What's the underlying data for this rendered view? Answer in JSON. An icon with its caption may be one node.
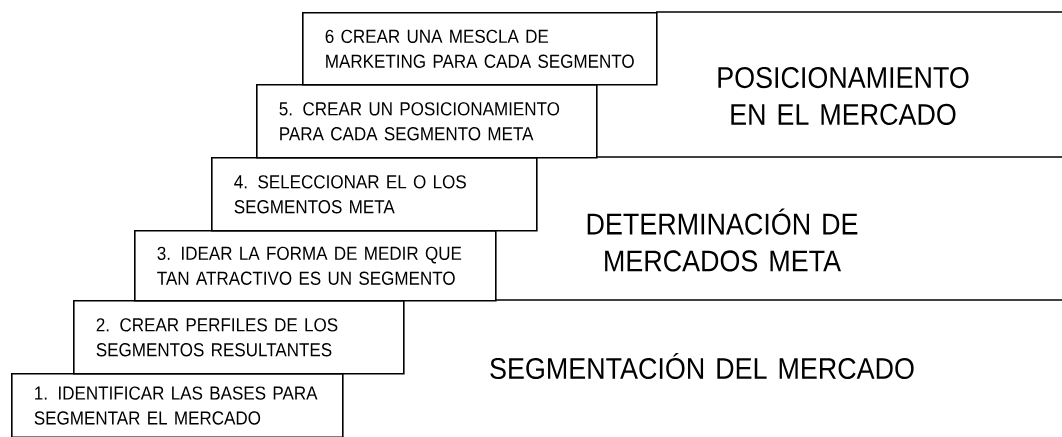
{
  "diagram": {
    "nodes": [
      {
        "text": [
          "6 CREAR UNA MESCLA DE MARKETING PARA CADA SEGMENTO"
        ]
      },
      {
        "text": [
          "5. CREAR UN POSICIONAMIENTO PARA CADA SEGMENTO META"
        ]
      },
      {
        "text": [
          "4. SELECCIONAR EL O LOS SEGMENTOS META"
        ]
      },
      {
        "text": [
          "3. IDEAR LA FORMA DE MEDIR QUE TAN ATRACTIVO ES UN SEGMENTO"
        ]
      },
      {
        "text": [
          "2. CREAR PERFILES DE LOS SEGMENTOS RESULTANTES"
        ]
      },
      {
        "text": [
          "1. IDENTIFICAR LAS BASES PARA SEGMENTAR EL MERCADO"
        ]
      }
    ],
    "edges": [],
    "labels": [
      "POSICIONAMIENTO EN EL MERCADO",
      "DETERMINACIÓN DE MERCADOS META",
      "SEGMENTACIÓN DEL MERCADO"
    ]
  }
}
